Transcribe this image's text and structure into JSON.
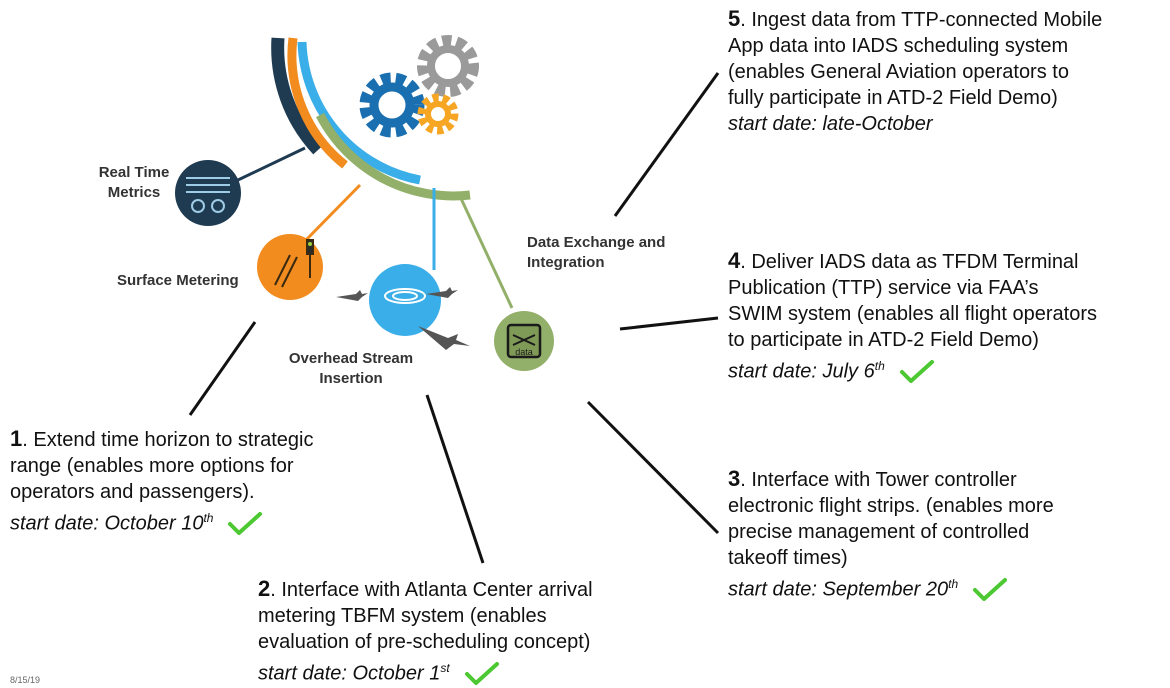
{
  "colors": {
    "navy": "#1f3b52",
    "orange": "#f28c1e",
    "blue": "#3aaee8",
    "green": "#93b06a",
    "gear_blue": "#1a6fb0",
    "gear_gray": "#9a9a9a",
    "gear_orange": "#f6a623",
    "check_green": "#4cc832",
    "connector": "#111111"
  },
  "nodes": {
    "real_time_metrics": {
      "label_line1": "Real Time",
      "label_line2": "Metrics"
    },
    "surface_metering": {
      "label": "Surface Metering"
    },
    "overhead_stream": {
      "label_line1": "Overhead Stream",
      "label_line2": "Insertion"
    },
    "data_exchange": {
      "label_line1": "Data Exchange and",
      "label_line2": "Integration",
      "icon_text": "data"
    }
  },
  "steps": {
    "s1": {
      "number": "1",
      "lines": [
        ". Extend time horizon to strategic",
        "range (enables more options for",
        "operators and passengers)."
      ],
      "date_prefix": "start date: October 10",
      "date_suffix": "th",
      "completed": true
    },
    "s2": {
      "number": "2",
      "lines": [
        ". Interface with Atlanta Center arrival",
        "metering TBFM system (enables",
        "evaluation of pre-scheduling concept)"
      ],
      "date_prefix": "start date: October 1",
      "date_suffix": "st",
      "completed": true
    },
    "s3": {
      "number": "3",
      "lines": [
        ". Interface with Tower controller",
        "electronic flight strips. (enables more",
        "precise management of controlled",
        "takeoff times)"
      ],
      "date_prefix": "start date: September 20",
      "date_suffix": "th",
      "completed": true
    },
    "s4": {
      "number": "4",
      "lines": [
        ". Deliver IADS data as TFDM Terminal",
        "Publication (TTP) service via FAA’s",
        "SWIM system (enables all flight operators",
        "to participate in ATD-2 Field Demo)"
      ],
      "date_prefix": "start date: July 6",
      "date_suffix": "th",
      "completed": true
    },
    "s5": {
      "number": "5",
      "lines": [
        ". Ingest data from TTP-connected Mobile",
        "App data into IADS scheduling system",
        "(enables General Aviation operators to",
        "fully participate in ATD-2 Field Demo)"
      ],
      "date_prefix": "start date: late-October",
      "date_suffix": "",
      "completed": false
    }
  },
  "footer": {
    "date": "8/15/19"
  }
}
